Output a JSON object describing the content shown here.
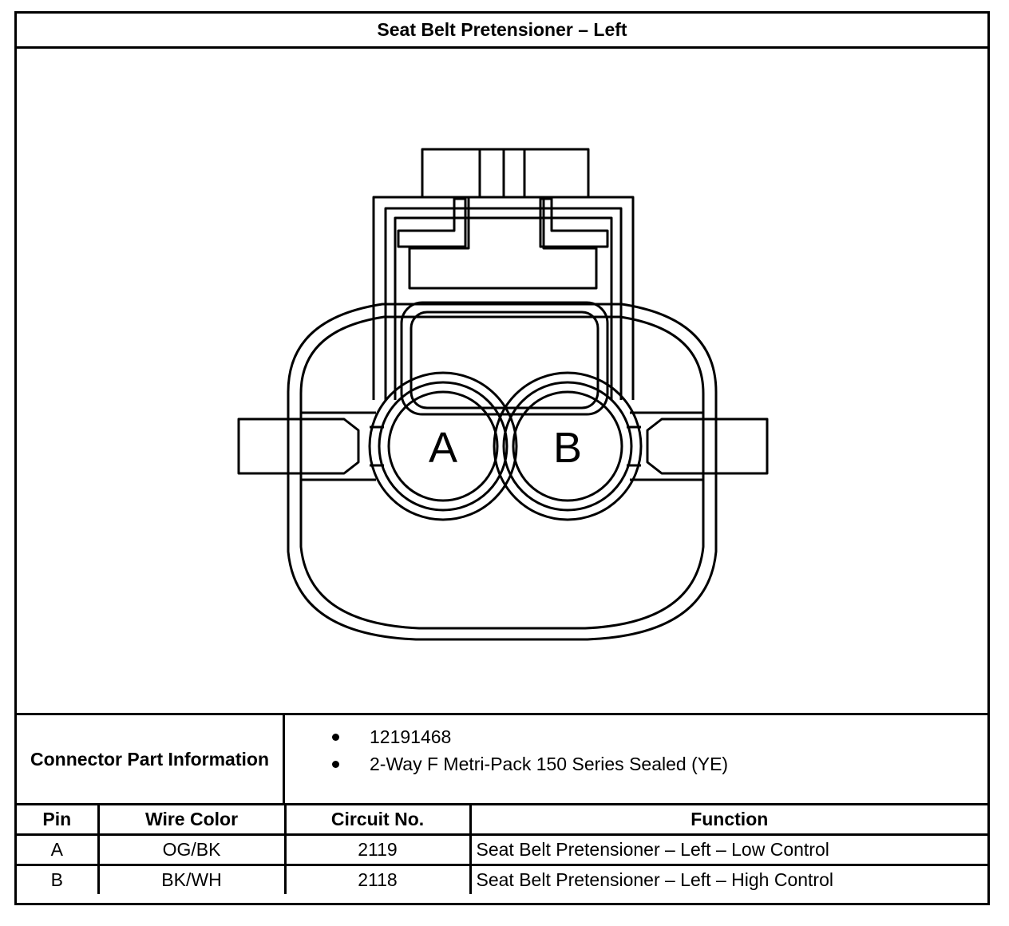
{
  "title": "Seat Belt Pretensioner – Left",
  "connector": {
    "pin_labels": [
      "A",
      "B"
    ]
  },
  "part_info": {
    "label": "Connector Part Information",
    "items": [
      "12191468",
      "2-Way F Metri-Pack 150 Series Sealed (YE)"
    ]
  },
  "pin_table": {
    "headers": [
      "Pin",
      "Wire Color",
      "Circuit No.",
      "Function"
    ],
    "rows": [
      [
        "A",
        "OG/BK",
        "2119",
        "Seat Belt Pretensioner – Left – Low Control"
      ],
      [
        "B",
        "BK/WH",
        "2118",
        "Seat Belt Pretensioner – Left – High Control"
      ]
    ]
  }
}
